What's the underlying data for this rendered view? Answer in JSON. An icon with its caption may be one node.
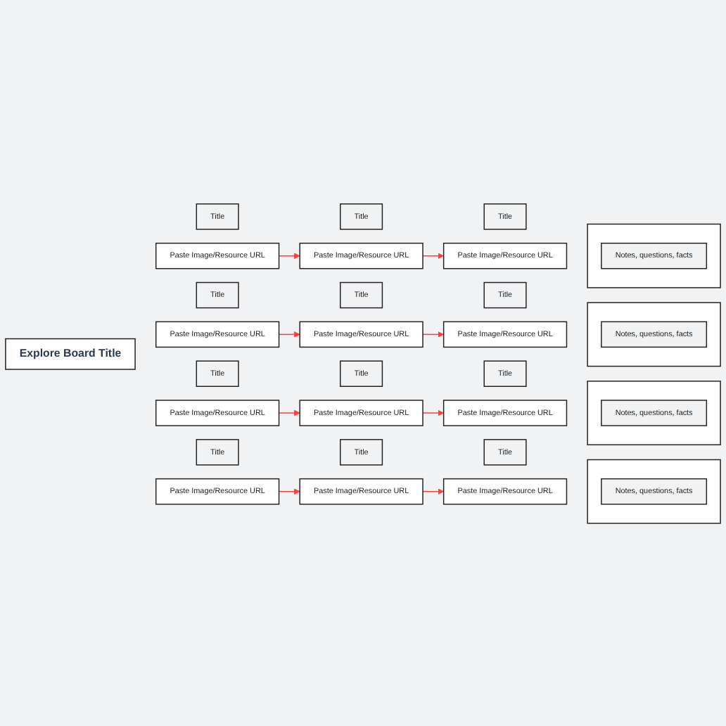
{
  "diagram": {
    "nodes": [
      {
        "text": [
          "Explore Board Title"
        ]
      },
      {
        "text": [
          "Title"
        ]
      },
      {
        "text": [
          "Title"
        ]
      },
      {
        "text": [
          "Title"
        ]
      },
      {
        "text": [
          "Paste Image/Resource URL"
        ]
      },
      {
        "text": [
          "Paste Image/Resource URL"
        ]
      },
      {
        "text": [
          "Paste Image/Resource URL"
        ]
      },
      {
        "text": [],
        "shape": "box"
      },
      {
        "text": [
          "Notes, questions, facts"
        ],
        "in": 7
      },
      {
        "text": [
          "Title"
        ]
      },
      {
        "text": [
          "Title"
        ]
      },
      {
        "text": [
          "Title"
        ]
      },
      {
        "text": [
          "Paste Image/Resource URL"
        ]
      },
      {
        "text": [
          "Paste Image/Resource URL"
        ]
      },
      {
        "text": [
          "Paste Image/Resource URL"
        ]
      },
      {
        "text": [],
        "shape": "box"
      },
      {
        "text": [
          "Notes, questions, facts"
        ],
        "in": 15
      },
      {
        "text": [
          "Title"
        ]
      },
      {
        "text": [
          "Title"
        ]
      },
      {
        "text": [
          "Title"
        ]
      },
      {
        "text": [
          "Paste Image/Resource URL"
        ]
      },
      {
        "text": [
          "Paste Image/Resource URL"
        ]
      },
      {
        "text": [
          "Paste Image/Resource URL"
        ]
      },
      {
        "text": [],
        "shape": "box"
      },
      {
        "text": [
          "Notes, questions, facts"
        ],
        "in": 23
      },
      {
        "text": [
          "Title"
        ]
      },
      {
        "text": [
          "Title"
        ]
      },
      {
        "text": [
          "Title"
        ]
      },
      {
        "text": [
          "Paste Image/Resource URL"
        ]
      },
      {
        "text": [
          "Paste Image/Resource URL"
        ]
      },
      {
        "text": [
          "Paste Image/Resource URL"
        ]
      },
      {
        "text": [],
        "shape": "box"
      },
      {
        "text": [
          "Notes, questions, facts"
        ],
        "in": 31
      }
    ],
    "edges": [
      {
        "from": 4,
        "to": 5,
        "arrow": "to",
        "color": "#ff3b3b"
      },
      {
        "from": 5,
        "to": 6,
        "arrow": "to",
        "color": "#ff3b3b"
      },
      {
        "from": 12,
        "to": 13,
        "arrow": "to",
        "color": "#ff3b3b"
      },
      {
        "from": 13,
        "to": 14,
        "arrow": "to",
        "color": "#ff3b3b"
      },
      {
        "from": 20,
        "to": 21,
        "arrow": "to",
        "color": "#ff3b3b"
      },
      {
        "from": 21,
        "to": 22,
        "arrow": "to",
        "color": "#ff3b3b"
      },
      {
        "from": 28,
        "to": 29,
        "arrow": "to",
        "color": "#ff3b3b"
      },
      {
        "from": 29,
        "to": 30,
        "arrow": "to",
        "color": "#ff3b3b"
      }
    ]
  }
}
